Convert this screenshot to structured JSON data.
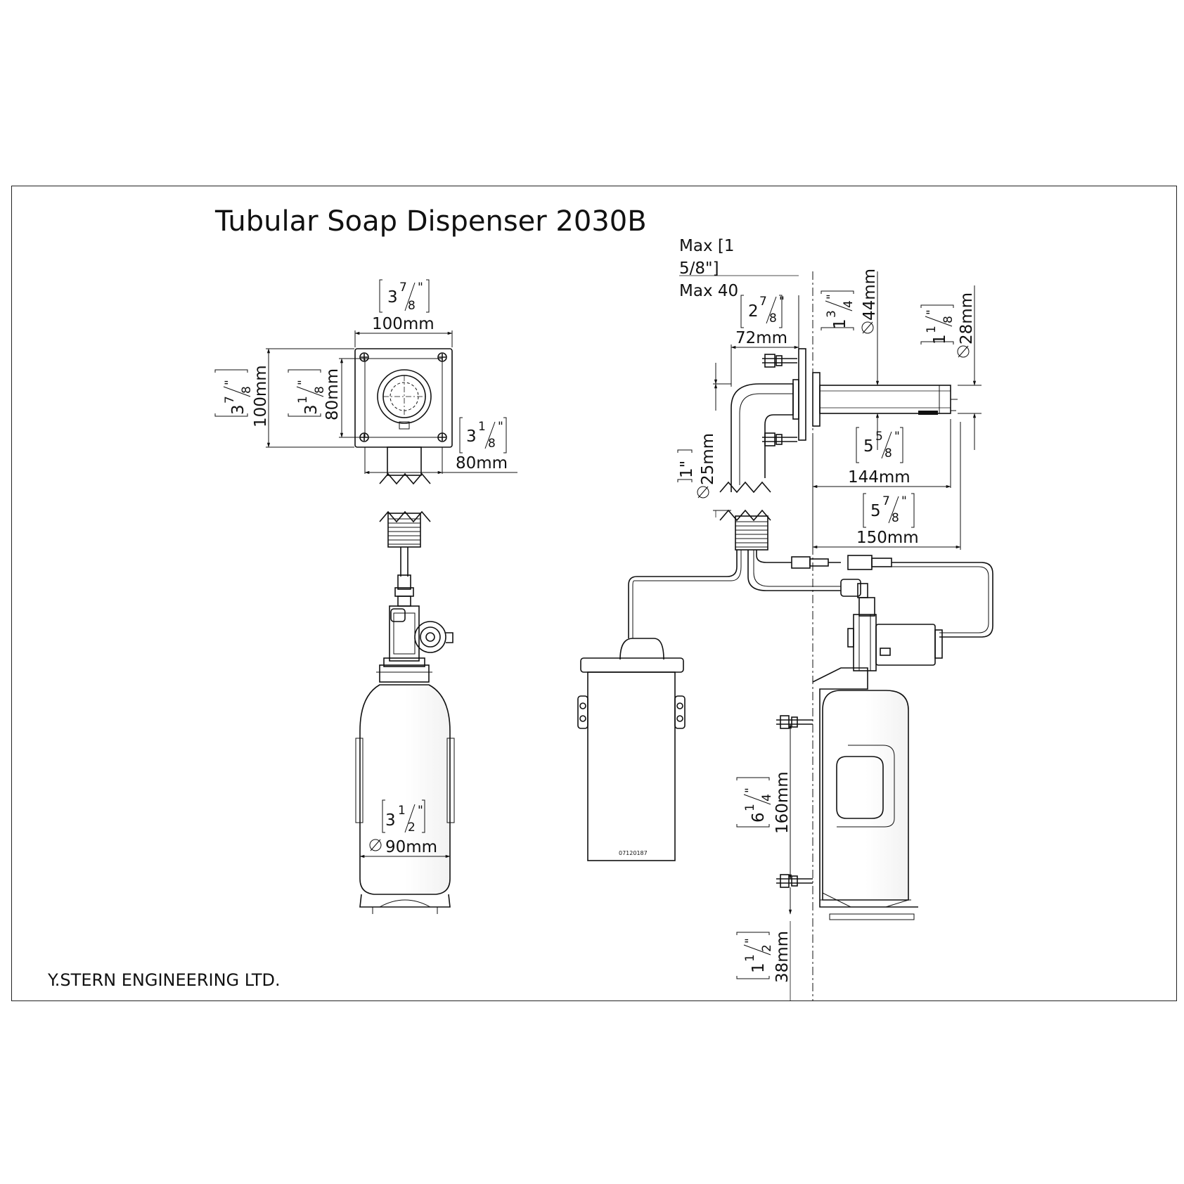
{
  "title": "Tubular Soap Dispenser 2030B",
  "company": "Y.STERN ENGINEERING LTD.",
  "max_note": {
    "line1": "Max [1",
    "line2": "5/8\"]",
    "line3": "Max 40"
  },
  "front_view": {
    "width_top": {
      "fraction_whole": "3",
      "fraction_num": "7",
      "fraction_den": "8",
      "mm": "100mm"
    },
    "height_outer": {
      "fraction_whole": "3",
      "fraction_num": "7",
      "fraction_den": "8",
      "mm": "100mm"
    },
    "height_inner": {
      "fraction_whole": "3",
      "fraction_num": "1",
      "fraction_den": "8",
      "mm": "80mm"
    },
    "width_inner": {
      "fraction_whole": "3",
      "fraction_num": "1",
      "fraction_den": "8",
      "mm": "80mm"
    },
    "bottle_diameter": {
      "fraction_whole": "3",
      "fraction_num": "1",
      "fraction_den": "2",
      "mm": "90mm"
    }
  },
  "side_view": {
    "depth": {
      "fraction_whole": "2",
      "fraction_num": "7",
      "fraction_den": "8",
      "mm": "72mm"
    },
    "spout_diameter": {
      "fraction_whole": "1",
      "fraction_num": "3",
      "fraction_den": "4",
      "mm": "44mm"
    },
    "tip_diameter": {
      "fraction_whole": "1",
      "fraction_num": "1",
      "fraction_den": "8",
      "mm": "28mm"
    },
    "pipe_diameter": {
      "fraction": "1\"",
      "mm": "25mm"
    },
    "spout_length": {
      "fraction_whole": "5",
      "fraction_num": "5",
      "fraction_den": "8",
      "mm": "144mm"
    },
    "overall_length": {
      "fraction_whole": "5",
      "fraction_num": "7",
      "fraction_den": "8",
      "mm": "150mm"
    },
    "bracket_height": {
      "fraction_whole": "6",
      "fraction_num": "1",
      "fraction_den": "4",
      "mm": "160mm"
    },
    "bottom_offset": {
      "fraction_whole": "1",
      "fraction_num": "1",
      "fraction_den": "2",
      "mm": "38mm"
    }
  },
  "battery_label": "07120187"
}
